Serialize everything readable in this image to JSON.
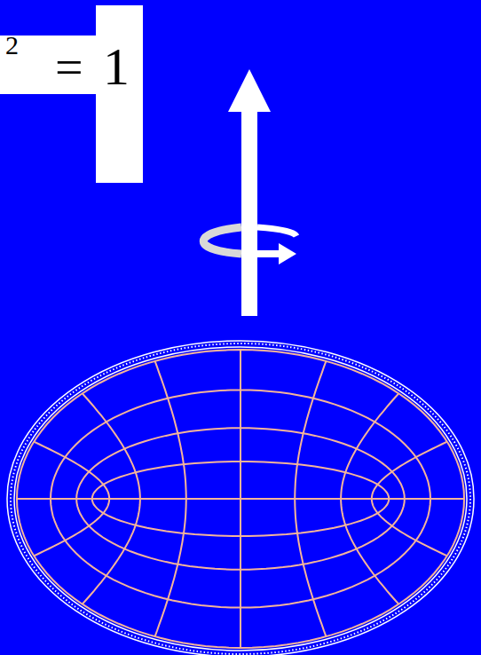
{
  "diagram": {
    "labels": [
      "2",
      "=",
      "1"
    ]
  }
}
